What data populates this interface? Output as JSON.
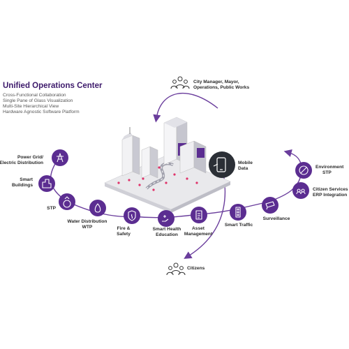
{
  "colors": {
    "purple": "#5b2d91",
    "dark_circle": "#2b2f36",
    "arc": "#6a3d9c",
    "text": "#2a2a2a",
    "heading": "#3d1a6b"
  },
  "header": {
    "title": "Unified Operations Center",
    "lines": [
      "Cross-Functional Collaboration",
      "Single Pane of Glass Visualization",
      "Multi-Site Hierarchical View",
      "Hardware Agnostic Software Platform"
    ]
  },
  "top_stakeholder": {
    "icon": "people-group-icon",
    "line1": "City Manager, Mayor,",
    "line2": "Operations, Public Works"
  },
  "bottom_stakeholder": {
    "icon": "citizens-icon",
    "label": "Citizens"
  },
  "mobile": {
    "icon": "mobile-phone-icon",
    "line1": "Mobile",
    "line2": "Data"
  },
  "nodes": [
    {
      "icon": "power-tower-icon",
      "line1": "Power Grid/",
      "line2": "Electric Distribution"
    },
    {
      "icon": "buildings-icon",
      "line1": "Smart",
      "line2": "Buildings"
    },
    {
      "icon": "water-treatment-icon",
      "line1": "STP",
      "line2": ""
    },
    {
      "icon": "water-drop-icon",
      "line1": "Water Distribution",
      "line2": "WTP"
    },
    {
      "icon": "fire-shield-icon",
      "line1": "Fire &",
      "line2": "Safety"
    },
    {
      "icon": "health-hand-icon",
      "line1": "Smart Health",
      "line2": "Education"
    },
    {
      "icon": "asset-clipboard-icon",
      "line1": "Asset",
      "line2": "Management"
    },
    {
      "icon": "traffic-light-icon",
      "line1": "Smart Traffic",
      "line2": ""
    },
    {
      "icon": "cctv-camera-icon",
      "line1": "Surveillance",
      "line2": ""
    },
    {
      "icon": "citizen-services-icon",
      "line1": "Citizen Services",
      "line2": "ERP Integration"
    },
    {
      "icon": "leaf-globe-icon",
      "line1": "Environment",
      "line2": "STP"
    }
  ]
}
